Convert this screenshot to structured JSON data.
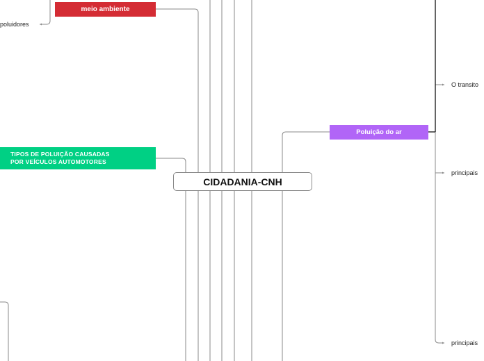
{
  "central": {
    "text": "CIDADANIA-CNH"
  },
  "nodes": {
    "meio_ambiente": "meio ambiente",
    "tipos_poluicao": "TIPOS DE POLUIÇÃO CAUSADAS\nPOR VEÍCULOS AUTOMOTORES",
    "poluicao_ar": "Poluição do ar"
  },
  "leaves": {
    "poluidores": "poluidores",
    "o_transito": "O transito",
    "principais_1": "principais",
    "principais_2": "principais"
  },
  "colors": {
    "red": "#d42c34",
    "green": "#00d084",
    "purple": "#b165f7",
    "line": "#8a8a8a",
    "dark_line": "#222222"
  }
}
